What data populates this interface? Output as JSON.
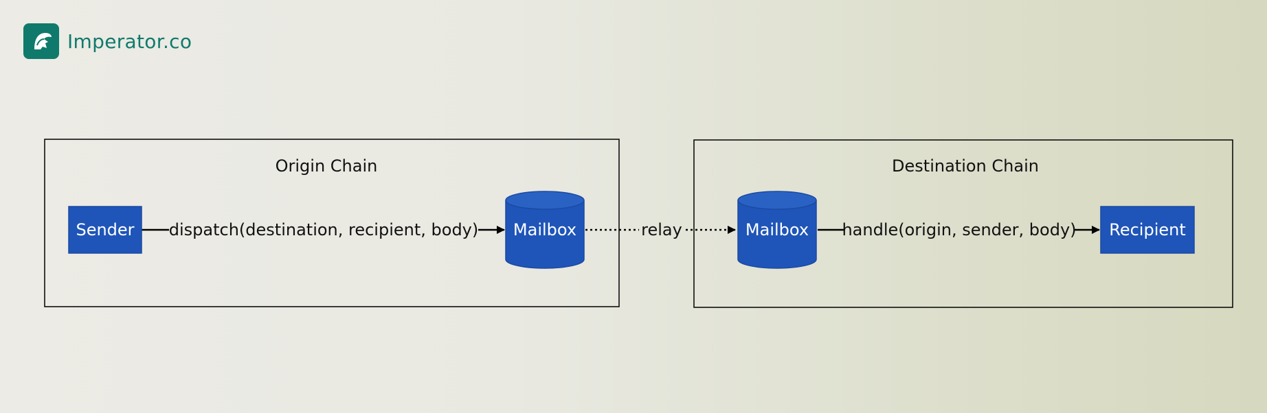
{
  "brand": {
    "name": "Imperator.co",
    "color": "#0f7a6c",
    "logo_icon": "spartan-helmet-icon"
  },
  "diagram": {
    "groups": [
      {
        "id": "origin",
        "label": "Origin Chain"
      },
      {
        "id": "destination",
        "label": "Destination Chain"
      }
    ],
    "nodes": [
      {
        "id": "sender",
        "label": "Sender",
        "shape": "rectangle",
        "group": "origin"
      },
      {
        "id": "mailbox_origin",
        "label": "Mailbox",
        "shape": "cylinder",
        "group": "origin"
      },
      {
        "id": "mailbox_destination",
        "label": "Mailbox",
        "shape": "cylinder",
        "group": "destination"
      },
      {
        "id": "recipient",
        "label": "Recipient",
        "shape": "rectangle",
        "group": "destination"
      }
    ],
    "edges": [
      {
        "from": "sender",
        "to": "mailbox_origin",
        "label": "dispatch(destination, recipient, body)",
        "style": "solid"
      },
      {
        "from": "mailbox_origin",
        "to": "mailbox_destination",
        "label": "relay",
        "style": "dotted"
      },
      {
        "from": "mailbox_destination",
        "to": "recipient",
        "label": "handle(origin, sender, body)",
        "style": "solid"
      }
    ],
    "colors": {
      "node_fill": "#1f55b8",
      "node_stroke": "#1a4aa3",
      "line": "#000000"
    }
  }
}
